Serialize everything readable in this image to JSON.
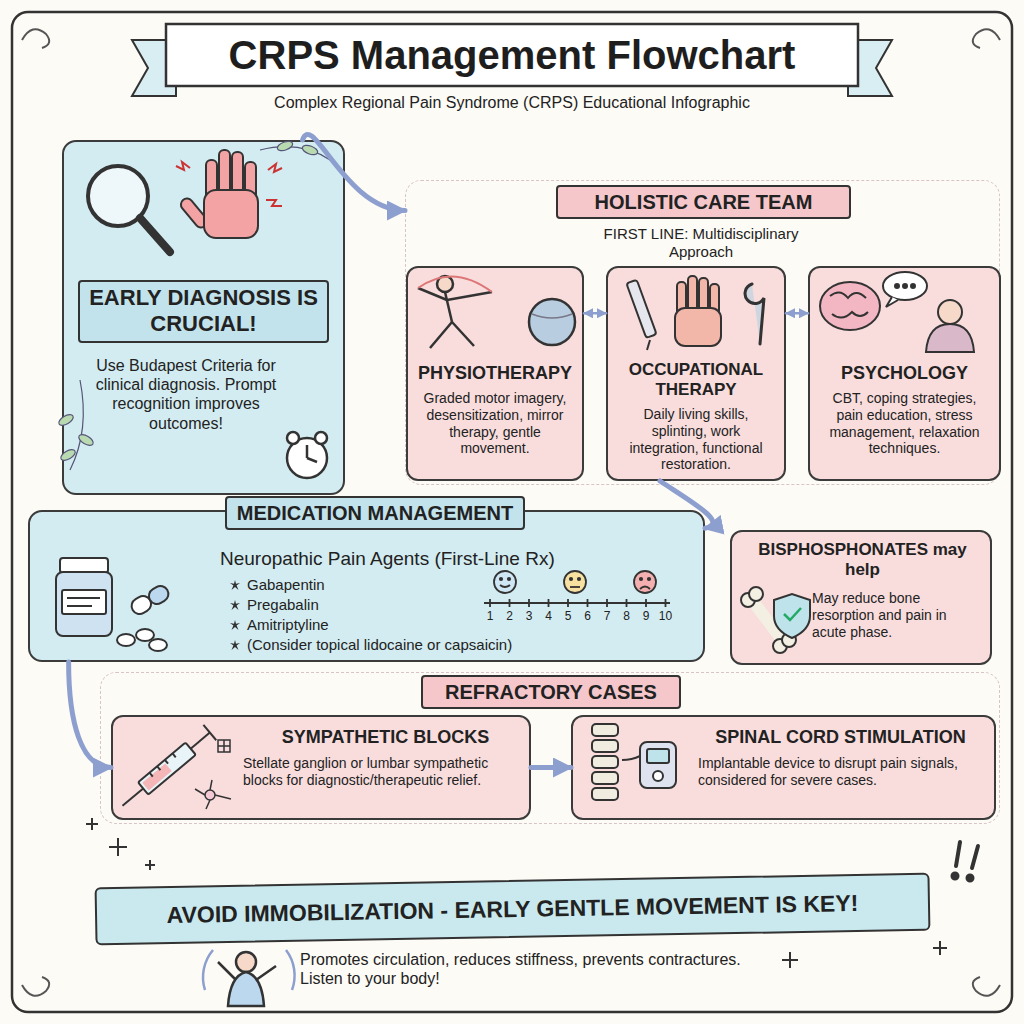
{
  "diagram": {
    "title": "CRPS Management Flowchart",
    "nodes": [
      {
        "text": [
          "EARLY DIAGNOSIS IS CRUCIAL!",
          "Use Budapest Criteria for clinical diagnosis. Prompt recognition improves outcomes!"
        ]
      },
      {
        "text": [
          "HOLISTIC CARE TEAM",
          "FIRST LINE: Multidisciplinary Approach"
        ]
      },
      {
        "text": [
          "PHYSIOTHERAPY",
          "Graded motor imagery, desensitization, mirror therapy, gentle movement."
        ],
        "in": 1
      },
      {
        "text": [
          "OCCUPATIONAL THERAPY",
          "Daily living skills, splinting, work integration, functional restoration."
        ],
        "in": 1
      },
      {
        "text": [
          "PSYCHOLOGY",
          "CBT, coping strategies, pain education, stress management, relaxation techniques."
        ],
        "in": 1
      },
      {
        "text": [
          "MEDICATION MANAGEMENT",
          "Neuropathic Pain Agents (First-Line Rx)",
          "Gabapentin",
          "Pregabalin",
          "Amitriptyline",
          "(Consider topical lidocaine or capsaicin)"
        ]
      },
      {
        "text": [
          "BISPHOSPHONATES may help",
          "May reduce bone resorption and pain in acute phase."
        ]
      },
      {
        "text": [
          "REFRACTORY CASES"
        ]
      },
      {
        "text": [
          "SYMPATHETIC BLOCKS",
          "Stellate ganglion or lumbar sympathetic blocks for diagnostic/therapeutic relief."
        ],
        "in": 7
      },
      {
        "text": [
          "SPINAL CORD STIMULATION",
          "Implantable device to disrupt pain signals, considered for severe cases."
        ],
        "in": 7
      },
      {
        "text": [
          "AVOID IMMOBILIZATION - EARLY GENTLE MOVEMENT IS KEY!"
        ]
      }
    ],
    "edges": [
      {
        "from": 0,
        "to": 1,
        "arrow": "to"
      },
      {
        "from": 2,
        "to": 3,
        "arrow": "both"
      },
      {
        "from": 3,
        "to": 4,
        "arrow": "both"
      },
      {
        "from": 3,
        "to": 5,
        "arrow": "to"
      },
      {
        "from": 5,
        "to": 8,
        "arrow": "to"
      },
      {
        "from": 8,
        "to": 9,
        "arrow": "to"
      }
    ],
    "labels": [
      "Complex Regional Pain Syndrome (CRPS) Educational Infographic",
      "1",
      "2",
      "3",
      "4",
      "5",
      "6",
      "7",
      "8",
      "9",
      "10",
      "Promotes circulation, reduces stiffness, prevents contractures. Listen to your body!"
    ]
  }
}
